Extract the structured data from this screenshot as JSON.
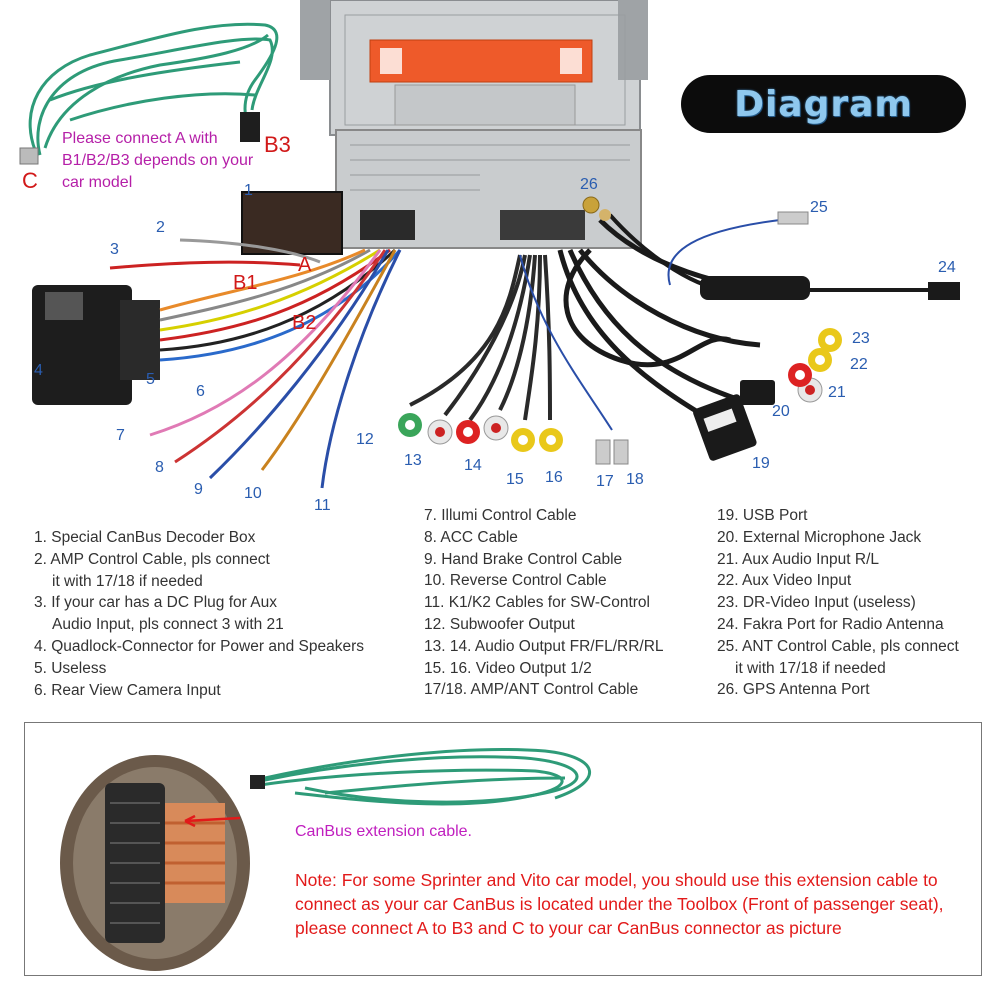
{
  "banner": {
    "title": "Diagram"
  },
  "callouts": {
    "n1": "1",
    "n2": "2",
    "n3": "3",
    "n4": "4",
    "n5": "5",
    "n6": "6",
    "n7": "7",
    "n8": "8",
    "n9": "9",
    "n10": "10",
    "n11": "11",
    "n12": "12",
    "n13": "13",
    "n14": "14",
    "n15": "15",
    "n16": "16",
    "n17": "17",
    "n18": "18",
    "n19": "19",
    "n20": "20",
    "n21": "21",
    "n22": "22",
    "n23": "23",
    "n24": "24",
    "n25": "25",
    "n26": "26"
  },
  "tags": {
    "a": "A",
    "b1": "B1",
    "b2": "B2",
    "b3": "B3",
    "c": "C"
  },
  "connect_note": "Please connect A with B1/B2/B3 depends on your car model",
  "legend": {
    "col1": [
      "1. Special CanBus Decoder Box",
      "2. AMP Control Cable, pls connect",
      "it with 17/18 if needed",
      "3. If your car has a DC Plug for Aux",
      "Audio Input, pls connect 3 with 21",
      "4. Quadlock-Connector for Power and Speakers",
      "5. Useless",
      "6. Rear View Camera Input"
    ],
    "col2": [
      "7. Illumi Control Cable",
      "8. ACC Cable",
      "9. Hand Brake Control Cable",
      "10. Reverse Control Cable",
      "11. K1/K2 Cables for SW-Control",
      "12. Subwoofer Output",
      "13. 14. Audio Output FR/FL/RR/RL",
      "15. 16. Video Output 1/2",
      "17/18. AMP/ANT Control Cable"
    ],
    "col3": [
      "19. USB Port",
      "20. External Microphone Jack",
      "21. Aux Audio Input R/L",
      "22. Aux Video Input",
      "23. DR-Video Input (useless)",
      "24. Fakra Port for Radio Antenna",
      "25. ANT Control Cable, pls connect",
      "it with 17/18 if needed",
      "26. GPS Antenna Port"
    ]
  },
  "extension": {
    "label": "CanBus extension cable.",
    "note": "Note: For some Sprinter and Vito car model, you should use this extension cable to connect as your car CanBus is located under the Toolbox (Front of passenger seat), please connect A to B3 and C to your car CanBus connector as picture"
  },
  "colors": {
    "callout": "#2a5db0",
    "tag_red": "#d11919",
    "canbus_green": "#2e9b78",
    "note_red": "#e21a1a",
    "note_magenta": "#b51fa8",
    "banner_bg": "#0c0c0c",
    "banner_text": "#8fc8ee"
  }
}
